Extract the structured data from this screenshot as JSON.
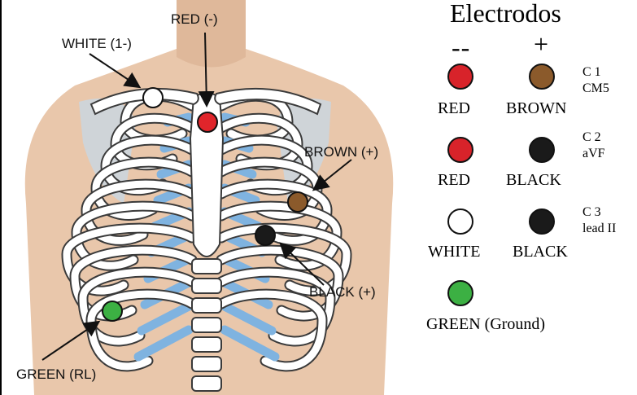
{
  "title": "Electrodos",
  "polarity": {
    "negative": "--",
    "positive": "+"
  },
  "callouts": {
    "red": "RED (-)",
    "white": "WHITE (1-)",
    "brown": "BROWN (+)",
    "black": "BLACK (+)",
    "green": "GREEN (RL)"
  },
  "colors": {
    "red": "#d8232a",
    "brown": "#8b5a2b",
    "black": "#1a1a1a",
    "white": "#ffffff",
    "green": "#3cb043",
    "skin": "#e8c4a8",
    "cartilage": "#7fb3e0",
    "bone": "#ffffff",
    "outline": "#3a3a3a"
  },
  "configs": [
    {
      "neg_label": "RED",
      "neg_color": "#d8232a",
      "pos_label": "BROWN",
      "pos_color": "#8b5a2b",
      "lead_line1": "C 1",
      "lead_line2": "CM5"
    },
    {
      "neg_label": "RED",
      "neg_color": "#d8232a",
      "pos_label": "BLACK",
      "pos_color": "#1a1a1a",
      "lead_line1": "C 2",
      "lead_line2": "aVF"
    },
    {
      "neg_label": "WHITE",
      "neg_color": "#ffffff",
      "pos_label": "BLACK",
      "pos_color": "#1a1a1a",
      "lead_line1": "C 3",
      "lead_line2": "lead II"
    }
  ],
  "ground": {
    "label": "GREEN (Ground)",
    "color": "#3cb043"
  }
}
